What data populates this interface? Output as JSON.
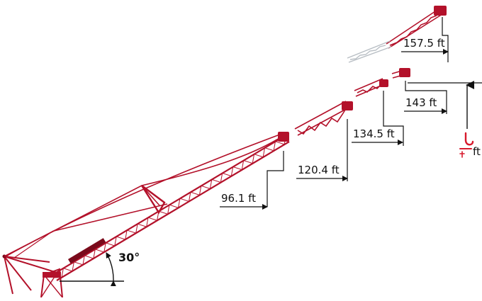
{
  "diagram": {
    "angle_label": "30°",
    "reach_labels": {
      "r1": "96.1 ft",
      "r2": "120.4 ft",
      "r3": "134.5 ft",
      "r4": "143 ft",
      "r5": "157.5 ft"
    },
    "height_unit": "ft",
    "colors": {
      "crane_red": "#b3112a",
      "crane_dark": "#7a0a1b",
      "ghost_jib": "#b8bec4",
      "hook_red": "#d7192c",
      "dimension_line": "#111111"
    },
    "icons": [
      "hook-icon",
      "arrow-up-icon"
    ]
  }
}
